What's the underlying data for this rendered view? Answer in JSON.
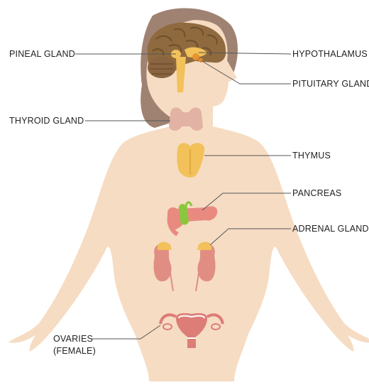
{
  "labels": {
    "pineal": "PINEAL GLAND",
    "hypothalamus": "HYPOTHALAMUS",
    "pituitary": "PITUITARY GLAND",
    "thyroid": "THYROID GLAND",
    "thymus": "THYMUS",
    "pancreas": "PANCREAS",
    "adrenal": "ADRENAL GLAND",
    "ovaries_line1": "OVARIES",
    "ovaries_line2": "(FEMALE)"
  },
  "colors": {
    "skin": "#f6dcc3",
    "hair": "#a08272",
    "brain": "#8f6a3f",
    "brain_dark": "#6e4f2c",
    "gland_yellow": "#f2c15a",
    "pituitary_orange": "#e8932f",
    "thyroid": "#e2b3a5",
    "kidney": "#e08e84",
    "pancreas": "#e88a80",
    "gallbladder": "#8cc63f",
    "uterus": "#dd7d78",
    "leader": "#555555",
    "text": "#222222"
  }
}
